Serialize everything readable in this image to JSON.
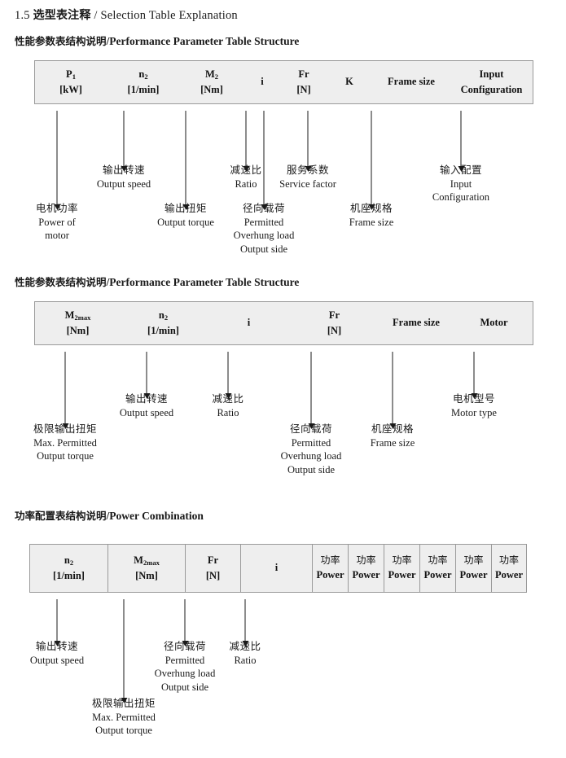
{
  "doc": {
    "section_number": "1.5",
    "title_cn": "选型表注释",
    "title_sep": "/",
    "title_en": "Selection Table Explanation"
  },
  "sections": [
    {
      "id": "performance-parameter-table-1",
      "heading_cn": "性能参数表结构说明",
      "heading_sep": "/",
      "heading_en": "Performance Parameter Table Structure",
      "table": {
        "dividers": false,
        "columns": [
          {
            "line1": "P",
            "sub1": "1",
            "line2": "[kW]"
          },
          {
            "line1": "n",
            "sub1": "2",
            "line2": "[1/min]"
          },
          {
            "line1": "M",
            "sub1": "2",
            "line2": "[Nm]"
          },
          {
            "line1": "i",
            "sub1": "",
            "line2": ""
          },
          {
            "line1": "Fr",
            "sub1": "",
            "line2": "[N]"
          },
          {
            "line1": "K",
            "sub1": "",
            "line2": ""
          },
          {
            "line1": "Frame size",
            "sub1": "",
            "line2": ""
          },
          {
            "line1": "Input",
            "sub1": "",
            "line2": "Configuration"
          }
        ]
      },
      "notes": [
        {
          "cn": "电机功率",
          "en": [
            "Power of",
            "motor"
          ]
        },
        {
          "cn": "输出转速",
          "en": [
            "Output speed"
          ]
        },
        {
          "cn": "输出扭矩",
          "en": [
            "Output torque"
          ]
        },
        {
          "cn": "减速比",
          "en": [
            "Ratio"
          ]
        },
        {
          "cn": "径向载荷",
          "en": [
            "Permitted",
            "Overhung load",
            "Output side"
          ]
        },
        {
          "cn": "服务系数",
          "en": [
            "Service factor"
          ]
        },
        {
          "cn": "机座规格",
          "en": [
            "Frame size"
          ]
        },
        {
          "cn": "输入配置",
          "en": [
            "Input",
            "Configuration"
          ]
        }
      ]
    },
    {
      "id": "performance-parameter-table-2",
      "heading_cn": "性能参数表结构说明",
      "heading_sep": "/",
      "heading_en": "Performance Parameter Table Structure",
      "table": {
        "dividers": false,
        "columns": [
          {
            "line1": "M",
            "sub1": "2max",
            "line2": "[Nm]"
          },
          {
            "line1": "n",
            "sub1": "2",
            "line2": "[1/min]"
          },
          {
            "line1": "i",
            "sub1": "",
            "line2": ""
          },
          {
            "line1": "Fr",
            "sub1": "",
            "line2": "[N]"
          },
          {
            "line1": "Frame size",
            "sub1": "",
            "line2": ""
          },
          {
            "line1": "Motor",
            "sub1": "",
            "line2": ""
          }
        ]
      },
      "notes": [
        {
          "cn": "极限输出扭矩",
          "en": [
            "Max. Permitted",
            "Output  torque"
          ]
        },
        {
          "cn": "输出转速",
          "en": [
            "Output speed"
          ]
        },
        {
          "cn": "减速比",
          "en": [
            "Ratio"
          ]
        },
        {
          "cn": "径向载荷",
          "en": [
            "Permitted",
            "Overhung load",
            "Output side"
          ]
        },
        {
          "cn": "机座规格",
          "en": [
            "Frame size"
          ]
        },
        {
          "cn": "电机型号",
          "en": [
            "Motor type"
          ]
        }
      ]
    },
    {
      "id": "power-combination-table",
      "heading_cn": "功率配置表结构说明",
      "heading_sep": "/",
      "heading_en": "Power Combination",
      "table": {
        "dividers": true,
        "columns": [
          {
            "line1": "n",
            "sub1": "2",
            "line2": "[1/min]"
          },
          {
            "line1": "M",
            "sub1": "2max",
            "line2": "[Nm]"
          },
          {
            "line1": "Fr",
            "sub1": "",
            "line2": "[N]"
          },
          {
            "line1": "i",
            "sub1": "",
            "line2": ""
          },
          {
            "cn": "功率",
            "line2": "Power"
          },
          {
            "cn": "功率",
            "line2": "Power"
          },
          {
            "cn": "功率",
            "line2": "Power"
          },
          {
            "cn": "功率",
            "line2": "Power"
          },
          {
            "cn": "功率",
            "line2": "Power"
          },
          {
            "cn": "功率",
            "line2": "Power"
          }
        ]
      },
      "notes": [
        {
          "cn": "输出转速",
          "en": [
            "Output speed"
          ]
        },
        {
          "cn": "极限输出扭矩",
          "en": [
            "Max. Permitted",
            "Output  torque"
          ]
        },
        {
          "cn": "径向载荷",
          "en": [
            "Permitted",
            "Overhung load",
            "Output side"
          ]
        },
        {
          "cn": "减速比",
          "en": [
            "Ratio"
          ]
        }
      ]
    }
  ],
  "colors": {
    "header_fill": "#eeeeee",
    "border": "#9a9a9a",
    "ink": "#1a1a1a"
  }
}
